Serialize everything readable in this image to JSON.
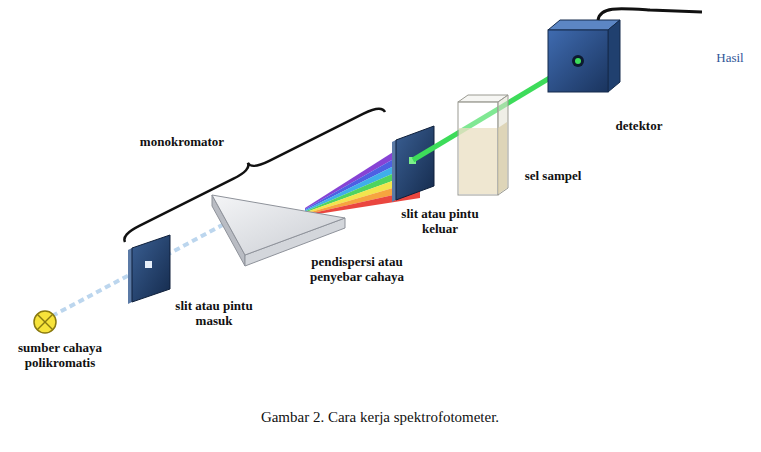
{
  "diagram": {
    "caption": "Gambar 2. Cara kerja spektrofotometer.",
    "labels": [
      "Hasil",
      "monokromator",
      "detektor",
      "sel sampel",
      "slit atau pintu keluar",
      "pendispersi atau penyebar cahaya",
      "slit atau pintu masuk",
      "sumber cahaya polikromatis"
    ]
  }
}
